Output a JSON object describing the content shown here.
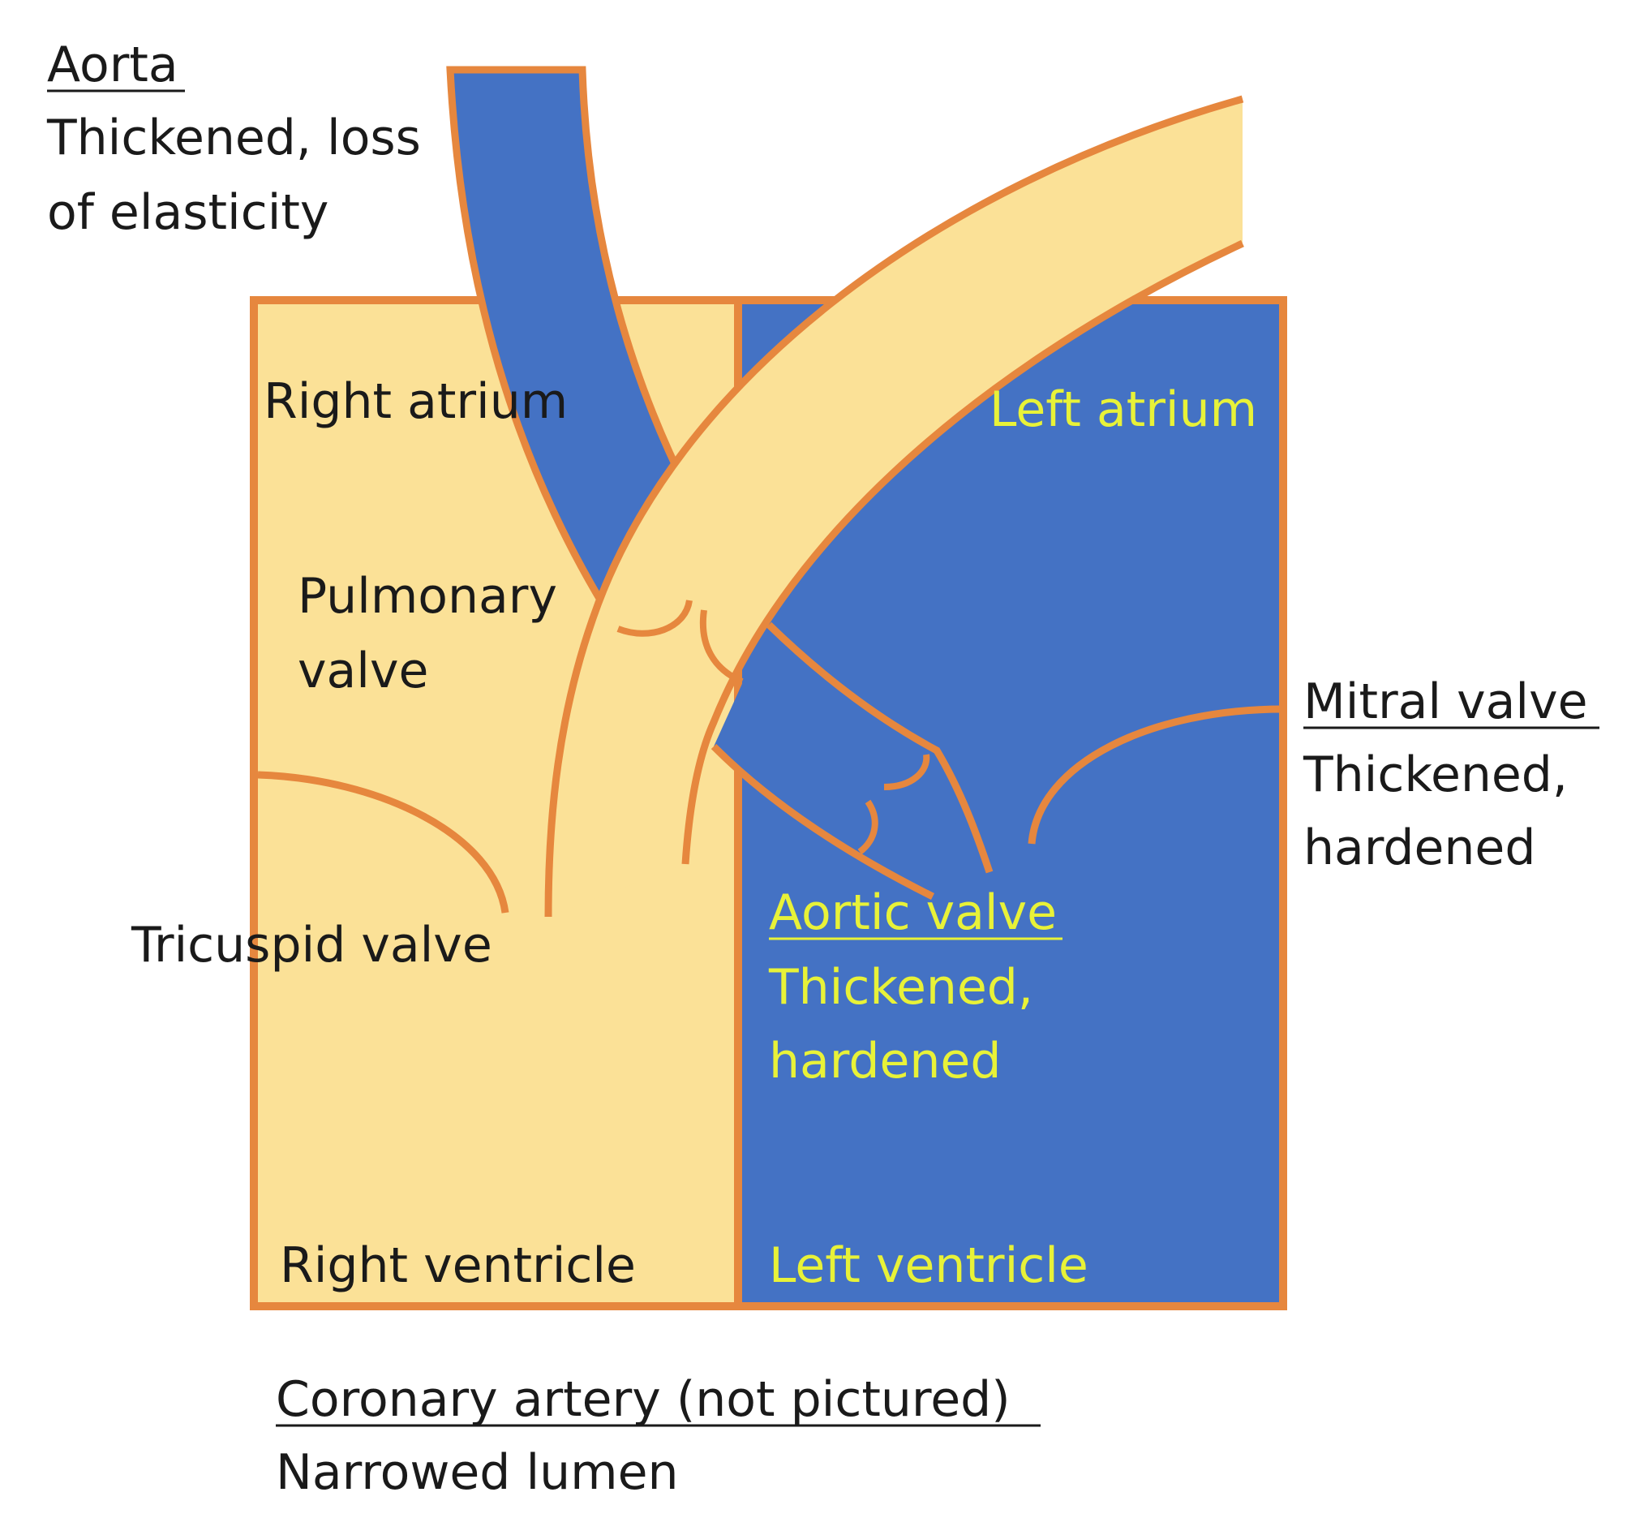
{
  "colors": {
    "oxygen_poor": "#fbe197",
    "oxygen_rich": "#4472c4",
    "outline": "#e6873e",
    "label_on_blue": "#e8f238",
    "label_dark": "#1a1a1a"
  },
  "aorta": {
    "title": "Aorta",
    "line1": "Thickened, loss",
    "line2": "of elasticity"
  },
  "chambers": {
    "right_atrium": "Right atrium",
    "left_atrium": "Left atrium",
    "right_ventricle": "Right ventricle",
    "left_ventricle": "Left ventricle"
  },
  "pulmonary_valve": {
    "line1": "Pulmonary",
    "line2": "valve"
  },
  "tricuspid_valve": "Tricuspid valve",
  "mitral_valve": {
    "title": "Mitral valve",
    "line1": "Thickened,",
    "line2": "hardened"
  },
  "aortic_valve": {
    "title": "Aortic valve",
    "line1": "Thickened,",
    "line2": "hardened"
  },
  "coronary_artery": {
    "title": "Coronary artery (not pictured)",
    "line1": "Narrowed lumen"
  }
}
